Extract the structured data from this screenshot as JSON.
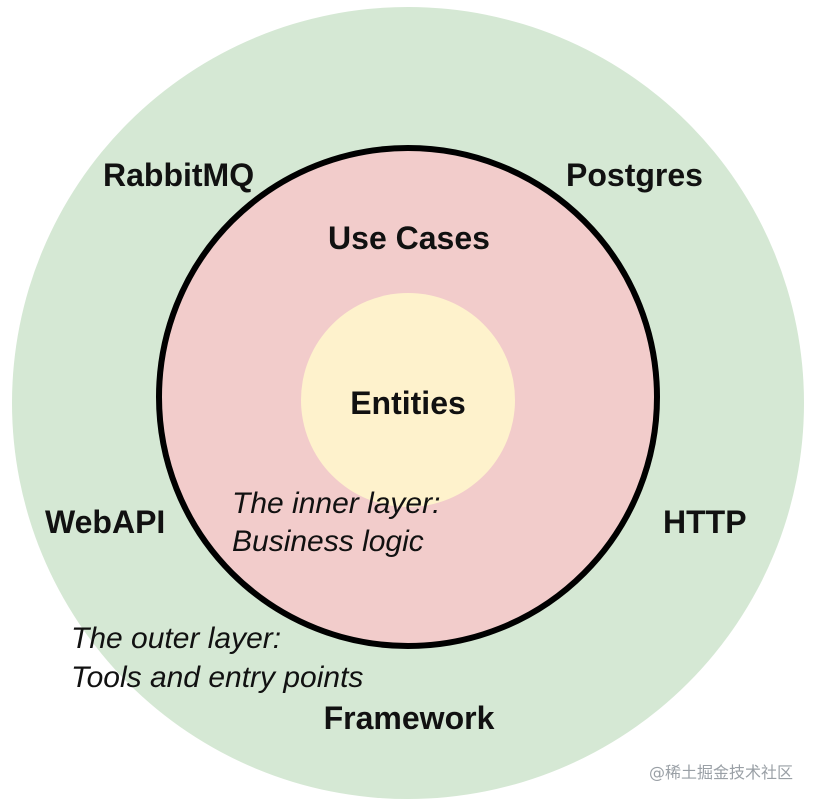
{
  "colors": {
    "outer_layer": "#d5e8d4",
    "middle_layer": "#f2cccb",
    "inner_layer": "#fef2cc",
    "border": "#000000",
    "text": "#111111"
  },
  "outer_layer": {
    "tools": {
      "rabbitmq": "RabbitMQ",
      "postgres": "Postgres",
      "webapi": "WebAPI",
      "http": "HTTP",
      "framework": "Framework"
    },
    "caption": {
      "line1": "The outer layer:",
      "line2": "Tools and entry points"
    }
  },
  "middle_layer": {
    "title": "Use Cases",
    "caption": {
      "line1": "The inner layer:",
      "line2": "Business logic"
    }
  },
  "core": {
    "title": "Entities"
  },
  "watermark": "@稀土掘金技术社区"
}
